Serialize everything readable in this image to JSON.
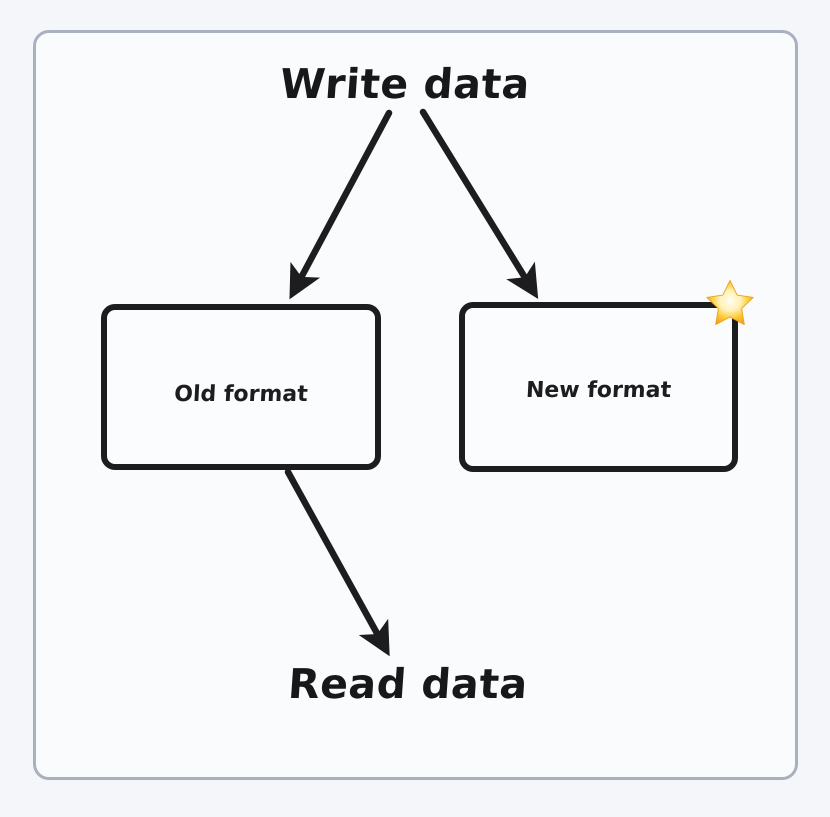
{
  "diagram": {
    "type": "flow-diagram",
    "title_top": "Write data",
    "title_bottom": "Read data",
    "boxes": [
      {
        "id": "old-format",
        "label": "Old format",
        "starred": false
      },
      {
        "id": "new-format",
        "label": "New format",
        "starred": true
      }
    ],
    "badges": [
      {
        "icon": "star-icon",
        "attached_to": "new-format",
        "color": "#fcc419"
      }
    ],
    "arrows": [
      {
        "from": "Write data",
        "to": "Old format"
      },
      {
        "from": "Write data",
        "to": "New format"
      },
      {
        "from": "Old format",
        "to": "Read data"
      }
    ],
    "colors": {
      "frame_border": "#a9b1bf",
      "frame_background": "#fafbfc",
      "page_background": "#f4f6f9",
      "ink": "#1d1d1f",
      "star_outer": "#f5a623",
      "star_mid": "#fcc419",
      "star_inner": "#fff8dc"
    }
  }
}
